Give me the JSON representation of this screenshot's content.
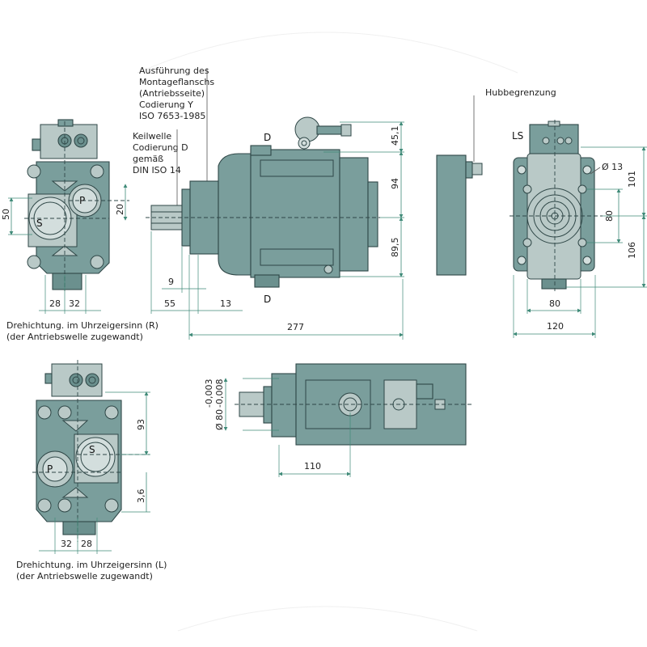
{
  "title": "Axial piston pump dimension drawing",
  "colors": {
    "body": "#7a9e9c",
    "body_dark": "#6b908e",
    "light_plate": "#b9c9c7",
    "outline": "#2f4747",
    "dimension_line": "#3f8a78"
  },
  "annotations": {
    "mounting_flange": [
      "Ausführung des",
      "Montageflanschs",
      "(Antriebsseite)",
      "Codierung Y",
      "ISO 7653-1985"
    ],
    "shaft": [
      "Keilwelle",
      "Codierung D",
      "gemäß",
      "DIN ISO 14"
    ],
    "stroke_limiter": "Hubbegrenzung",
    "ls_port": "LS",
    "drain_top": "D",
    "drain_bottom": "D",
    "rotation_right": [
      "Drehichtung. im Uhrzeigersinn (R)",
      "(der Antriebswelle zugewandt)"
    ],
    "rotation_left": [
      "Drehichtung. im Uhrzeigersinn (L)",
      "(der Antriebswelle zugewandt)"
    ]
  },
  "ports": {
    "suction": "S",
    "pressure": "P"
  },
  "dimensions": {
    "rear_view_r": {
      "port_spacing_vertical": "50",
      "p_offset": "20",
      "s_offset_horizontal": "28",
      "p_offset_horizontal": "32"
    },
    "side_view": {
      "top_height": "45,1",
      "upper_height": "94",
      "lower_height": "89,5",
      "shaft_length": "55",
      "spigot": "9",
      "flange": "13",
      "overall_length": "277"
    },
    "front_view": {
      "bolt_hole": "Ø 13",
      "upper_height": "101",
      "bolt_spacing_vertical": "80",
      "lower_height": "106",
      "bolt_spacing_horizontal": "80",
      "flange_width": "120"
    },
    "top_view": {
      "pilot_tol_upper": "-0,003",
      "pilot_tol_lower": "-0,008",
      "pilot_diameter": "Ø 80",
      "port_distance": "110"
    },
    "rear_view_l": {
      "upper_height": "93",
      "port_offset": "3,6",
      "p_offset_horizontal": "32",
      "s_offset_horizontal": "28"
    }
  }
}
